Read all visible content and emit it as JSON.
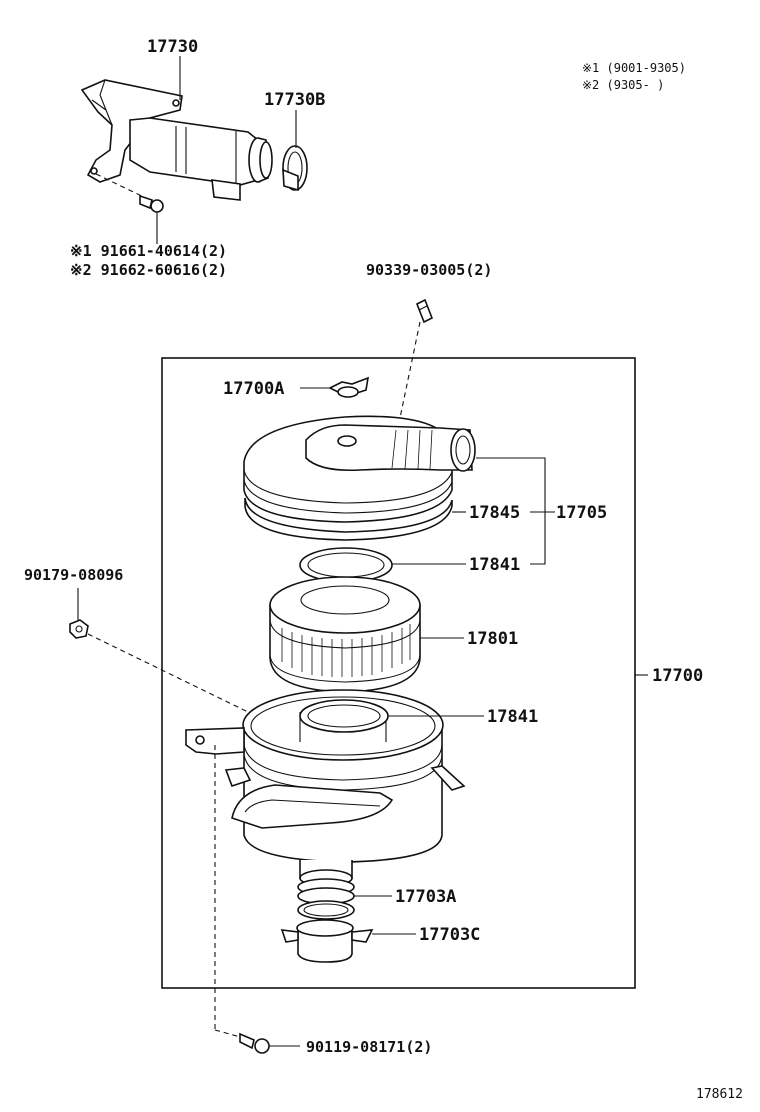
{
  "notes": {
    "note1": "※1 (9001-9305)",
    "note2": "※2 (9305-     )"
  },
  "labels": {
    "p17730": "17730",
    "p17730B": "17730B",
    "bolt_a1": "※1 91661-40614(2)",
    "bolt_a2": "※2 91662-60616(2)",
    "p90339": "90339-03005(2)",
    "p17700A": "17700A",
    "p17845": "17845",
    "p17705": "17705",
    "p17841_top": "17841",
    "p17801": "17801",
    "p17700": "17700",
    "p17841_bottom": "17841",
    "p17703A": "17703A",
    "p17703C": "17703C",
    "p90179": "90179-08096",
    "p90119": "90119-08171(2)"
  },
  "diagram_id": "178612"
}
